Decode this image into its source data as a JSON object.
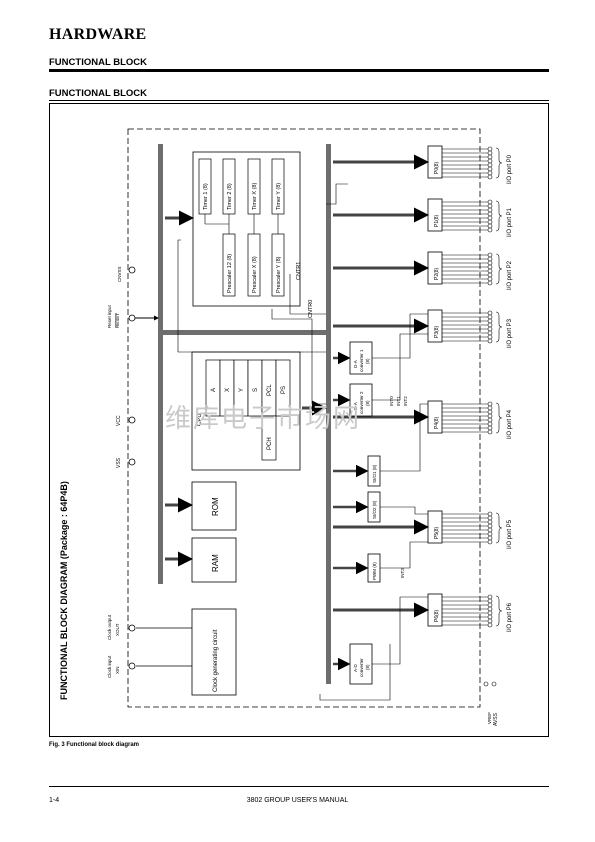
{
  "header": {
    "title": "HARDWARE",
    "subtitle": "FUNCTIONAL BLOCK"
  },
  "section": {
    "title": "FUNCTIONAL BLOCK"
  },
  "diagram": {
    "title": "FUNCTIONAL BLOCK DIAGRAM (Package : 64P4B)",
    "timers": [
      "Timer 1 (8)",
      "Timer 2 (8)",
      "Timer X (8)",
      "Timer Y (8)"
    ],
    "prescalers": [
      "Prescaler 12 (8)",
      "Prescaler X (8)",
      "Prescaler Y (8)"
    ],
    "counters": [
      "CNTR1",
      "CNTR0"
    ],
    "cpu_label": "CPU",
    "registers": [
      "A",
      "X",
      "Y",
      "S",
      "PCL",
      "PS"
    ],
    "pch_label": "PCH",
    "rom_label": "ROM",
    "ram_label": "RAM",
    "clock_block": "Clock generating circuit",
    "ports": [
      "P0(8)",
      "P1(8)",
      "P2(8)",
      "P3(8)",
      "P4(8)",
      "P5(8)",
      "P6(8)"
    ],
    "port_labels": [
      "I/O port P0",
      "I/O port P1",
      "I/O port P2",
      "I/O port P3",
      "I/O port P4",
      "I/O port P5",
      "I/O port P6"
    ],
    "da1": [
      "D-A",
      "converter 1",
      "(8)"
    ],
    "da2": [
      "D-A",
      "converter 2",
      "(8)"
    ],
    "sio1": "SI/O1 (8)",
    "sio2": "SI/O2 (8)",
    "pwm": "PWM (8)",
    "ad": [
      "A-D",
      "converter",
      "(8)"
    ],
    "pins": {
      "cnvss": "CNVSS",
      "reset_input": "Reset input",
      "reset": "RESET",
      "vcc": "VCC",
      "vss": "VSS",
      "clock_output": "Clock output",
      "xout": "XOUT",
      "clock_input": "Clock input",
      "xin": "XIN",
      "int0": "INT0",
      "int1": "INT1",
      "int2": "INT2",
      "int3": "INT3",
      "vref": "VREF",
      "avss": "AVSS"
    }
  },
  "watermark": "维库电子市场网",
  "caption": "Fig. 3 Functional block diagram",
  "footer": {
    "page": "1-4",
    "manual": "3802 GROUP USER'S MANUAL"
  }
}
